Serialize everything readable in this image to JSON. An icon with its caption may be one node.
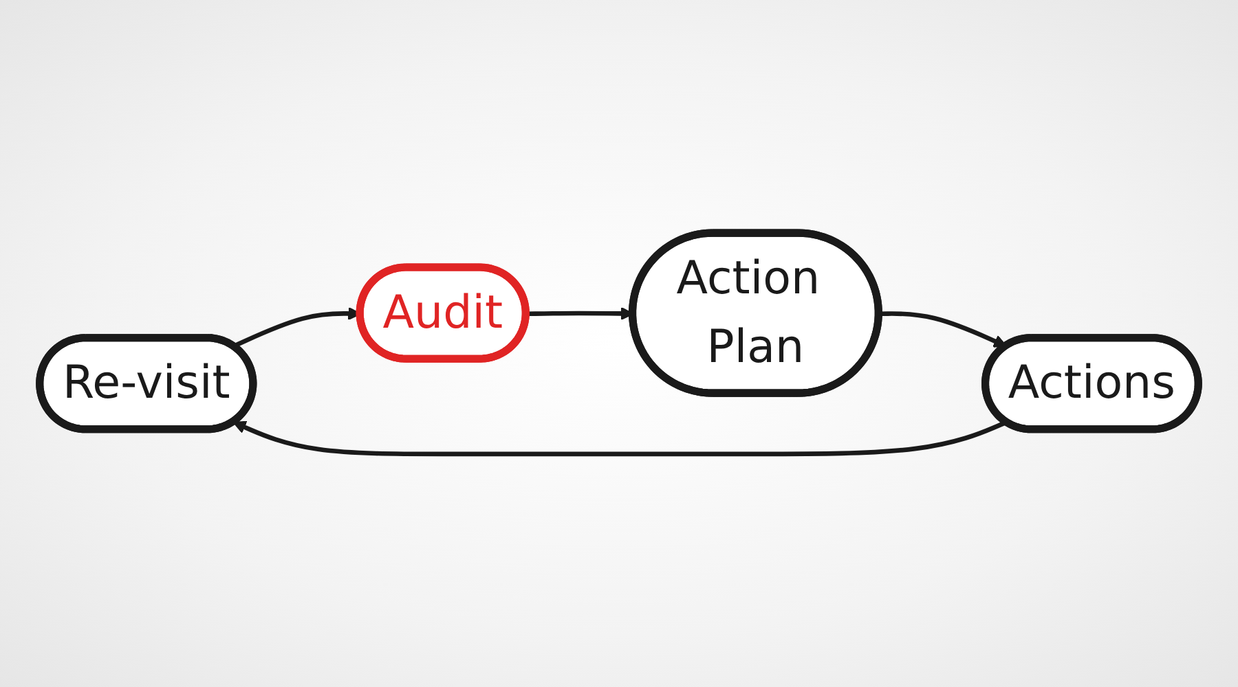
{
  "diagram": {
    "nodes": [
      {
        "text": [
          "Re-visit"
        ]
      },
      {
        "text": [
          "Actions"
        ]
      },
      {
        "text": [
          "Audit"
        ]
      },
      {
        "text": [
          "Action Plan"
        ]
      }
    ],
    "edges": [
      {
        "from": 2,
        "to": 3,
        "arrow": "to"
      },
      {
        "from": 3,
        "to": 1,
        "arrow": "to"
      },
      {
        "from": 1,
        "to": 0,
        "arrow": "to"
      },
      {
        "from": 0,
        "to": 2,
        "arrow": "to"
      }
    ]
  }
}
